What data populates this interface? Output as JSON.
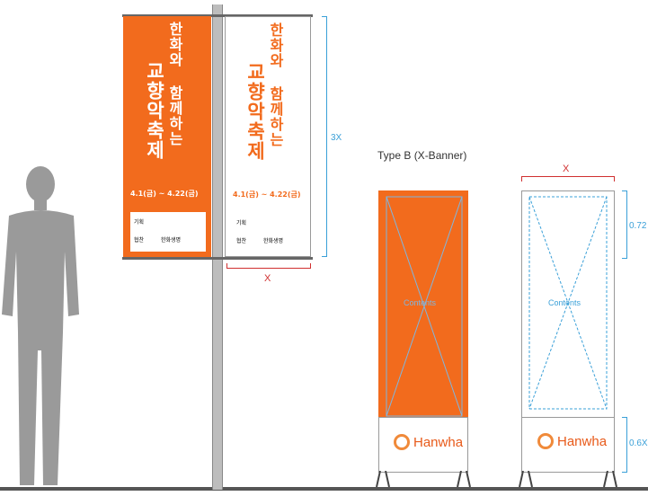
{
  "banner_title_line1": "한화와 함께하는",
  "banner_title_line2": "교향악축제",
  "banner_date": "4.1(금) ~ 4.22(금)",
  "banner_sponsor1": "기획",
  "banner_sponsor2": "협찬",
  "banner_sponsor_name": "한화생명",
  "dim_3x": "3X",
  "dim_x_pole": "X",
  "type_b_title": "Type B (X-Banner)",
  "dim_x_xbanner": "X",
  "xbanner_contents1": "Contents",
  "xbanner_contents2": "Contents",
  "logo_text1": "Hanwha",
  "logo_text2": "Hanwha",
  "dim_072": "0.72",
  "dim_06x": "0.6X",
  "colors": {
    "orange": "#f26b1d",
    "blue": "#3aa0d8",
    "red": "#d03030",
    "gray": "#9a9a9a"
  }
}
